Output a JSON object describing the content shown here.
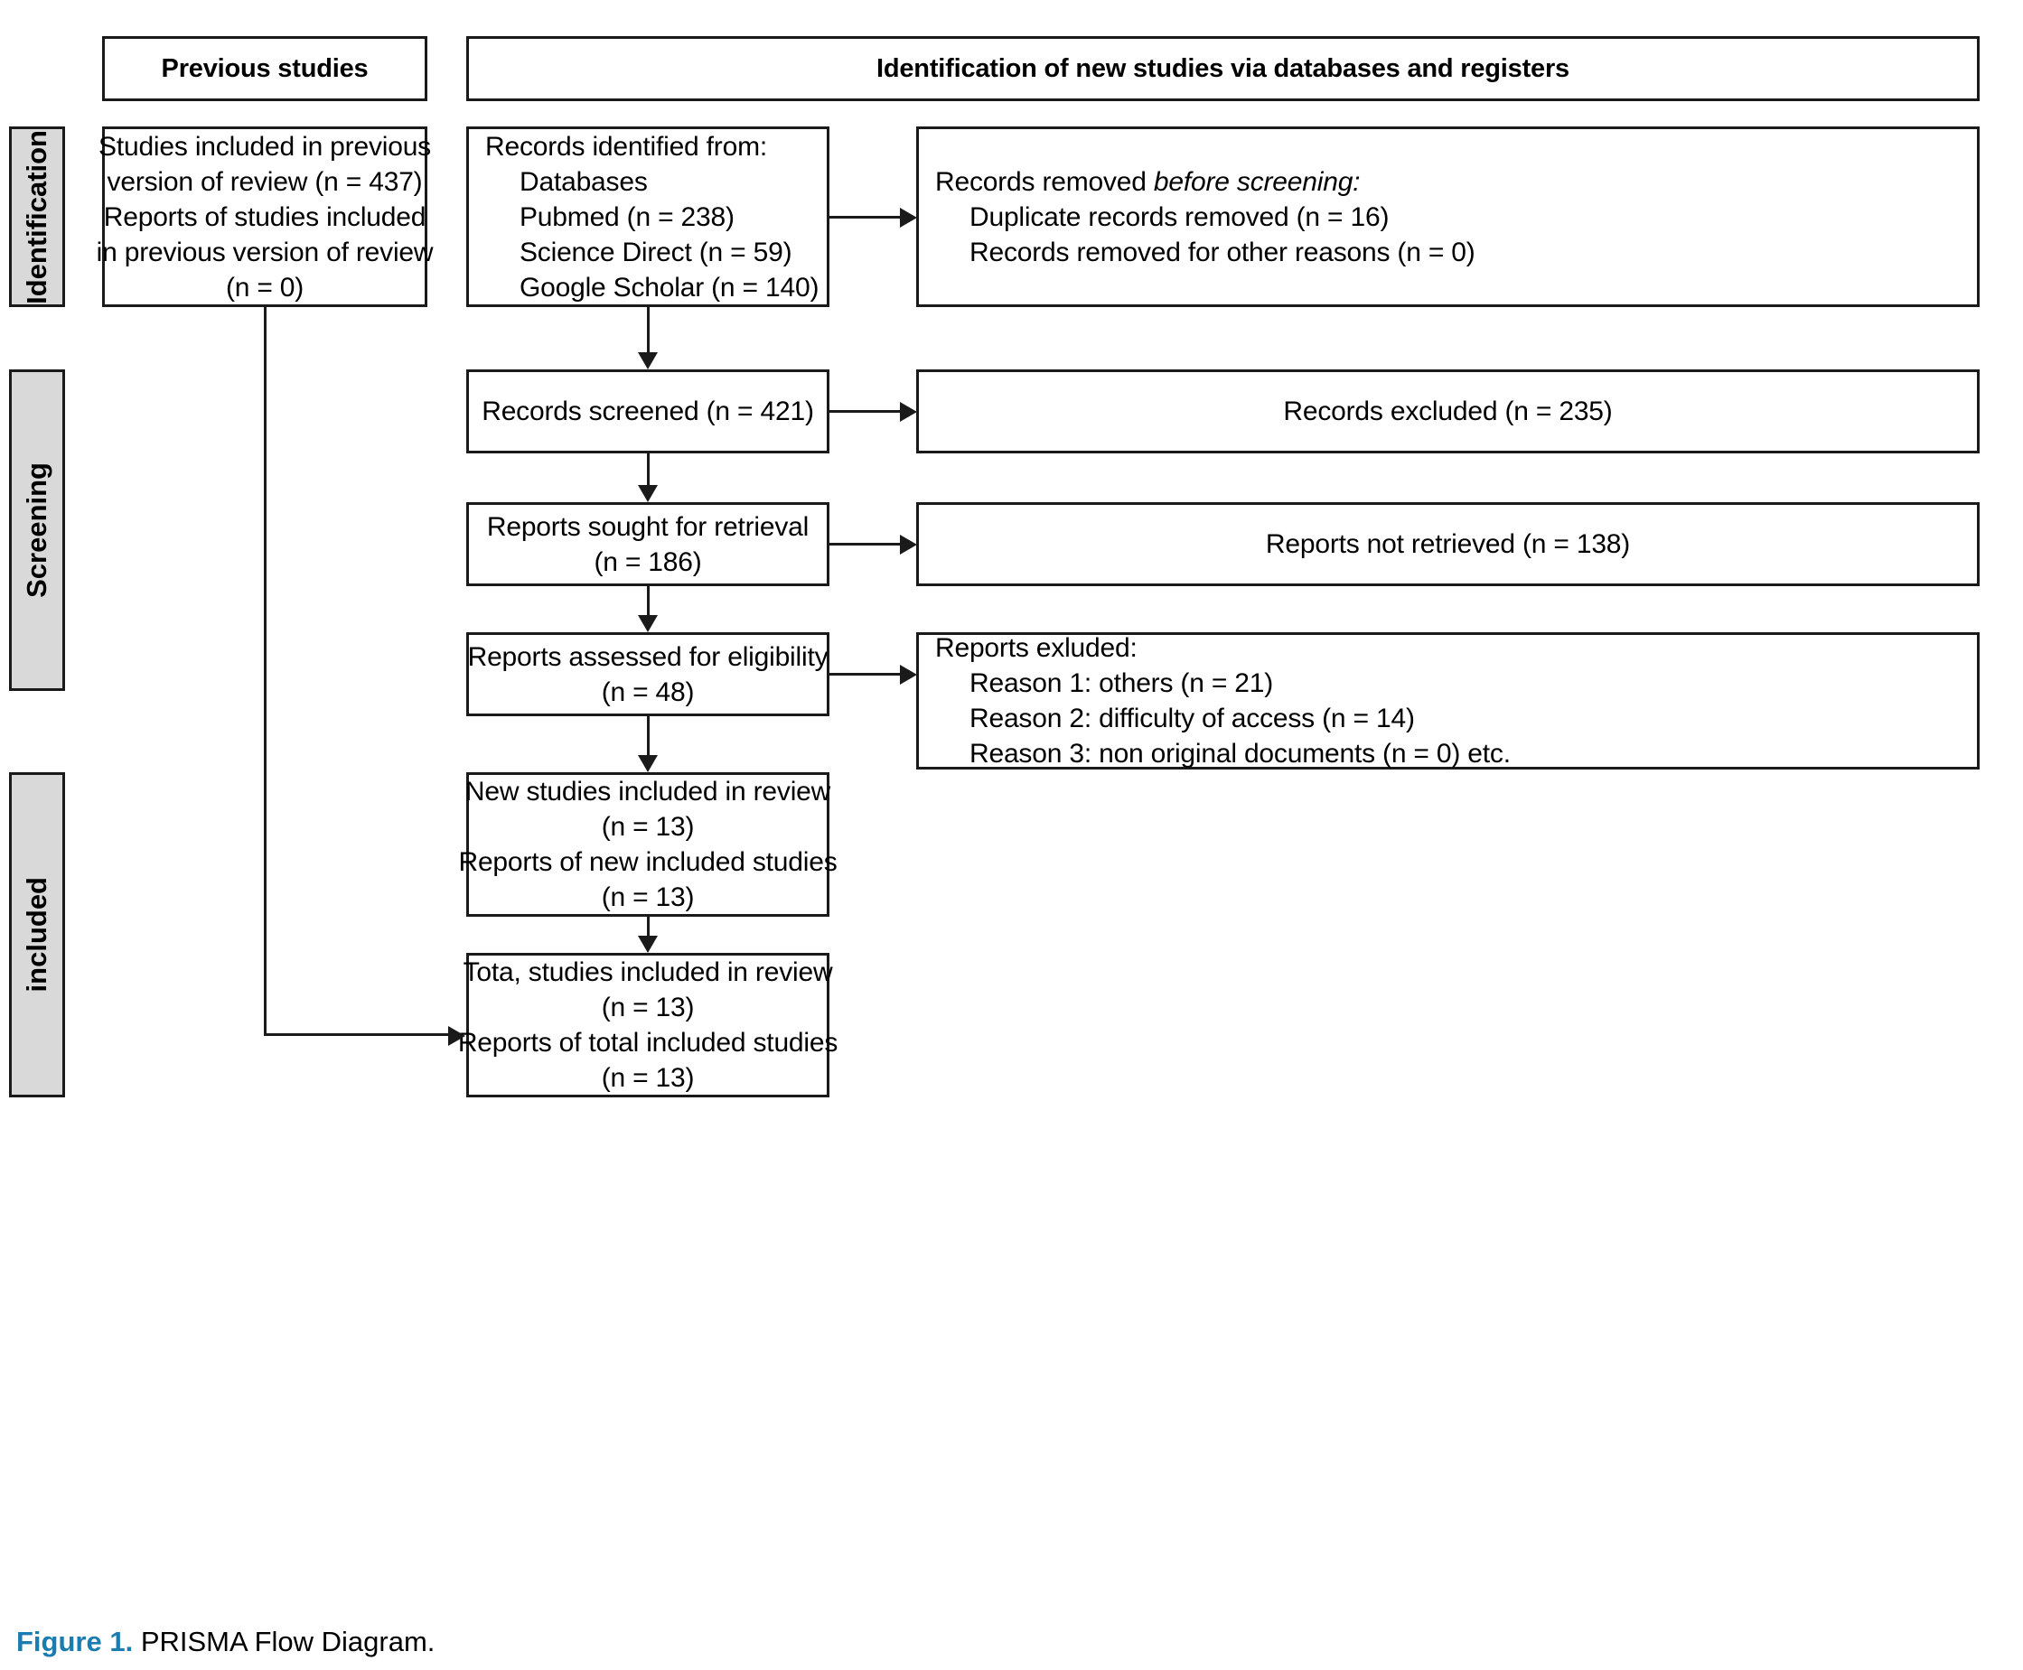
{
  "figure": {
    "caption_label": "Figure 1.",
    "caption_text": "PRISMA Flow Diagram.",
    "caption_label_color": "#1B7CAF"
  },
  "headers": {
    "previous_studies": "Previous studies",
    "new_studies": "Identification of new studies via databases and registers"
  },
  "stages": [
    {
      "key": "identification",
      "label": "Identification"
    },
    {
      "key": "screening",
      "label": "Screening"
    },
    {
      "key": "included",
      "label": "included"
    }
  ],
  "boxes": {
    "previous_included": {
      "lines": [
        "Studies included in previous",
        "version of review (n = 437)"
      ],
      "lines2": [
        "Reports of studies included",
        "in previous version of review",
        "(n = 0)"
      ]
    },
    "records_identified": {
      "title": "Records identified from:",
      "items": [
        "Databases",
        "Pubmed (n = 238)",
        "Science Direct (n = 59)",
        "Google Scholar (n = 140)"
      ]
    },
    "records_removed": {
      "title_plain": "Records removed ",
      "title_italic": "before screening:",
      "items": [
        "Duplicate records removed (n = 16)",
        "Records removed for other reasons (n = 0)"
      ]
    },
    "records_screened": {
      "lines": [
        "Records screened (n = 421)"
      ]
    },
    "records_excluded": {
      "lines": [
        "Records excluded (n = 235)"
      ]
    },
    "reports_sought": {
      "lines": [
        "Reports sought for retrieval",
        "(n = 186)"
      ]
    },
    "reports_not_retrieved": {
      "lines": [
        "Reports not retrieved (n = 138)"
      ]
    },
    "reports_assessed": {
      "lines": [
        "Reports assessed for eligibility",
        "(n = 48)"
      ]
    },
    "reports_excluded": {
      "title": "Reports exluded:",
      "items": [
        "Reason 1: others (n = 21)",
        "Reason 2: difficulty of access (n = 14)",
        "Reason 3: non original documents (n = 0) etc."
      ]
    },
    "new_included": {
      "lines": [
        "New studies included in review",
        "(n = 13)"
      ],
      "lines2": [
        "Reports of new included studies",
        "(n = 13)"
      ]
    },
    "total_included": {
      "lines": [
        "Tota, studies included in review",
        "(n = 13)"
      ],
      "lines2": [
        "Reports of total included studies",
        "(n = 13)"
      ]
    }
  }
}
